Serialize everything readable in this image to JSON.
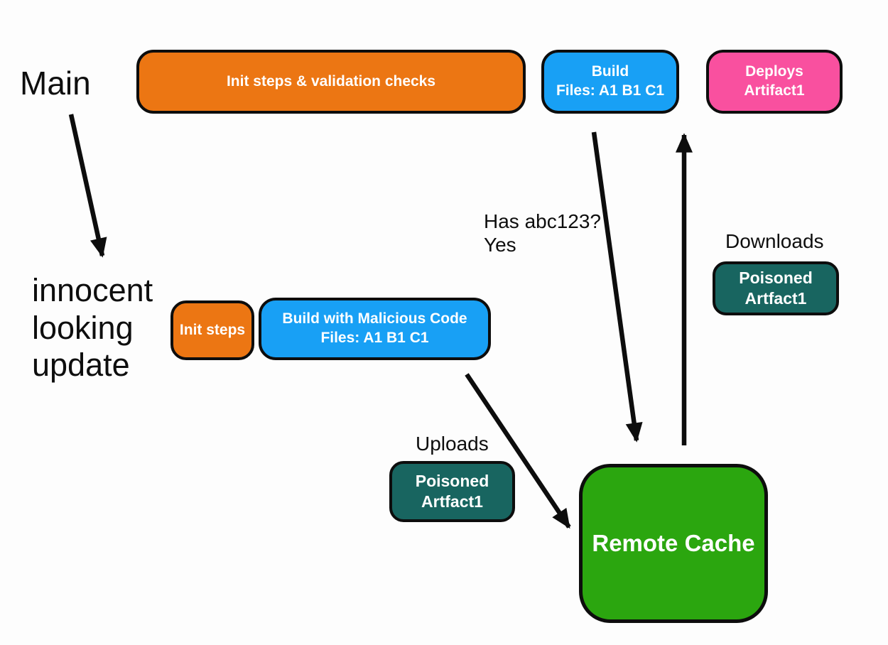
{
  "colors": {
    "orange": "#EC7613",
    "blue": "#18A0F5",
    "pink": "#F9509F",
    "teal": "#186560",
    "green": "#2BA60F",
    "line": "#0D0D0D",
    "text": "#0E0E0E",
    "node_text": "#FFFFFF",
    "background": "#FDFDFD"
  },
  "labels": {
    "main": "Main",
    "innocent_lines": [
      "innocent",
      "looking",
      "update"
    ],
    "cache_check_lines": [
      "Has abc123?",
      "Yes"
    ],
    "downloads": "Downloads",
    "uploads": "Uploads"
  },
  "nodes": {
    "init_validation": {
      "lines": [
        "Init steps & validation checks"
      ]
    },
    "build_main": {
      "lines": [
        "Build",
        "Files: A1 B1 C1"
      ]
    },
    "deploys": {
      "lines": [
        "Deploys",
        "Artifact1"
      ]
    },
    "init_steps": {
      "lines": [
        "Init steps"
      ]
    },
    "build_malicious": {
      "lines": [
        "Build with Malicious Code",
        "Files: A1 B1 C1"
      ]
    },
    "poisoned_download": {
      "lines": [
        "Poisoned",
        "Artfact1"
      ]
    },
    "poisoned_upload": {
      "lines": [
        "Poisoned",
        "Artfact1"
      ]
    },
    "remote_cache": {
      "lines": [
        "Remote Cache"
      ]
    }
  },
  "arrows": [
    {
      "name": "main-to-update"
    },
    {
      "name": "build-to-remote-cache"
    },
    {
      "name": "remote-cache-to-deploys"
    },
    {
      "name": "malicious-build-to-remote-cache"
    }
  ]
}
